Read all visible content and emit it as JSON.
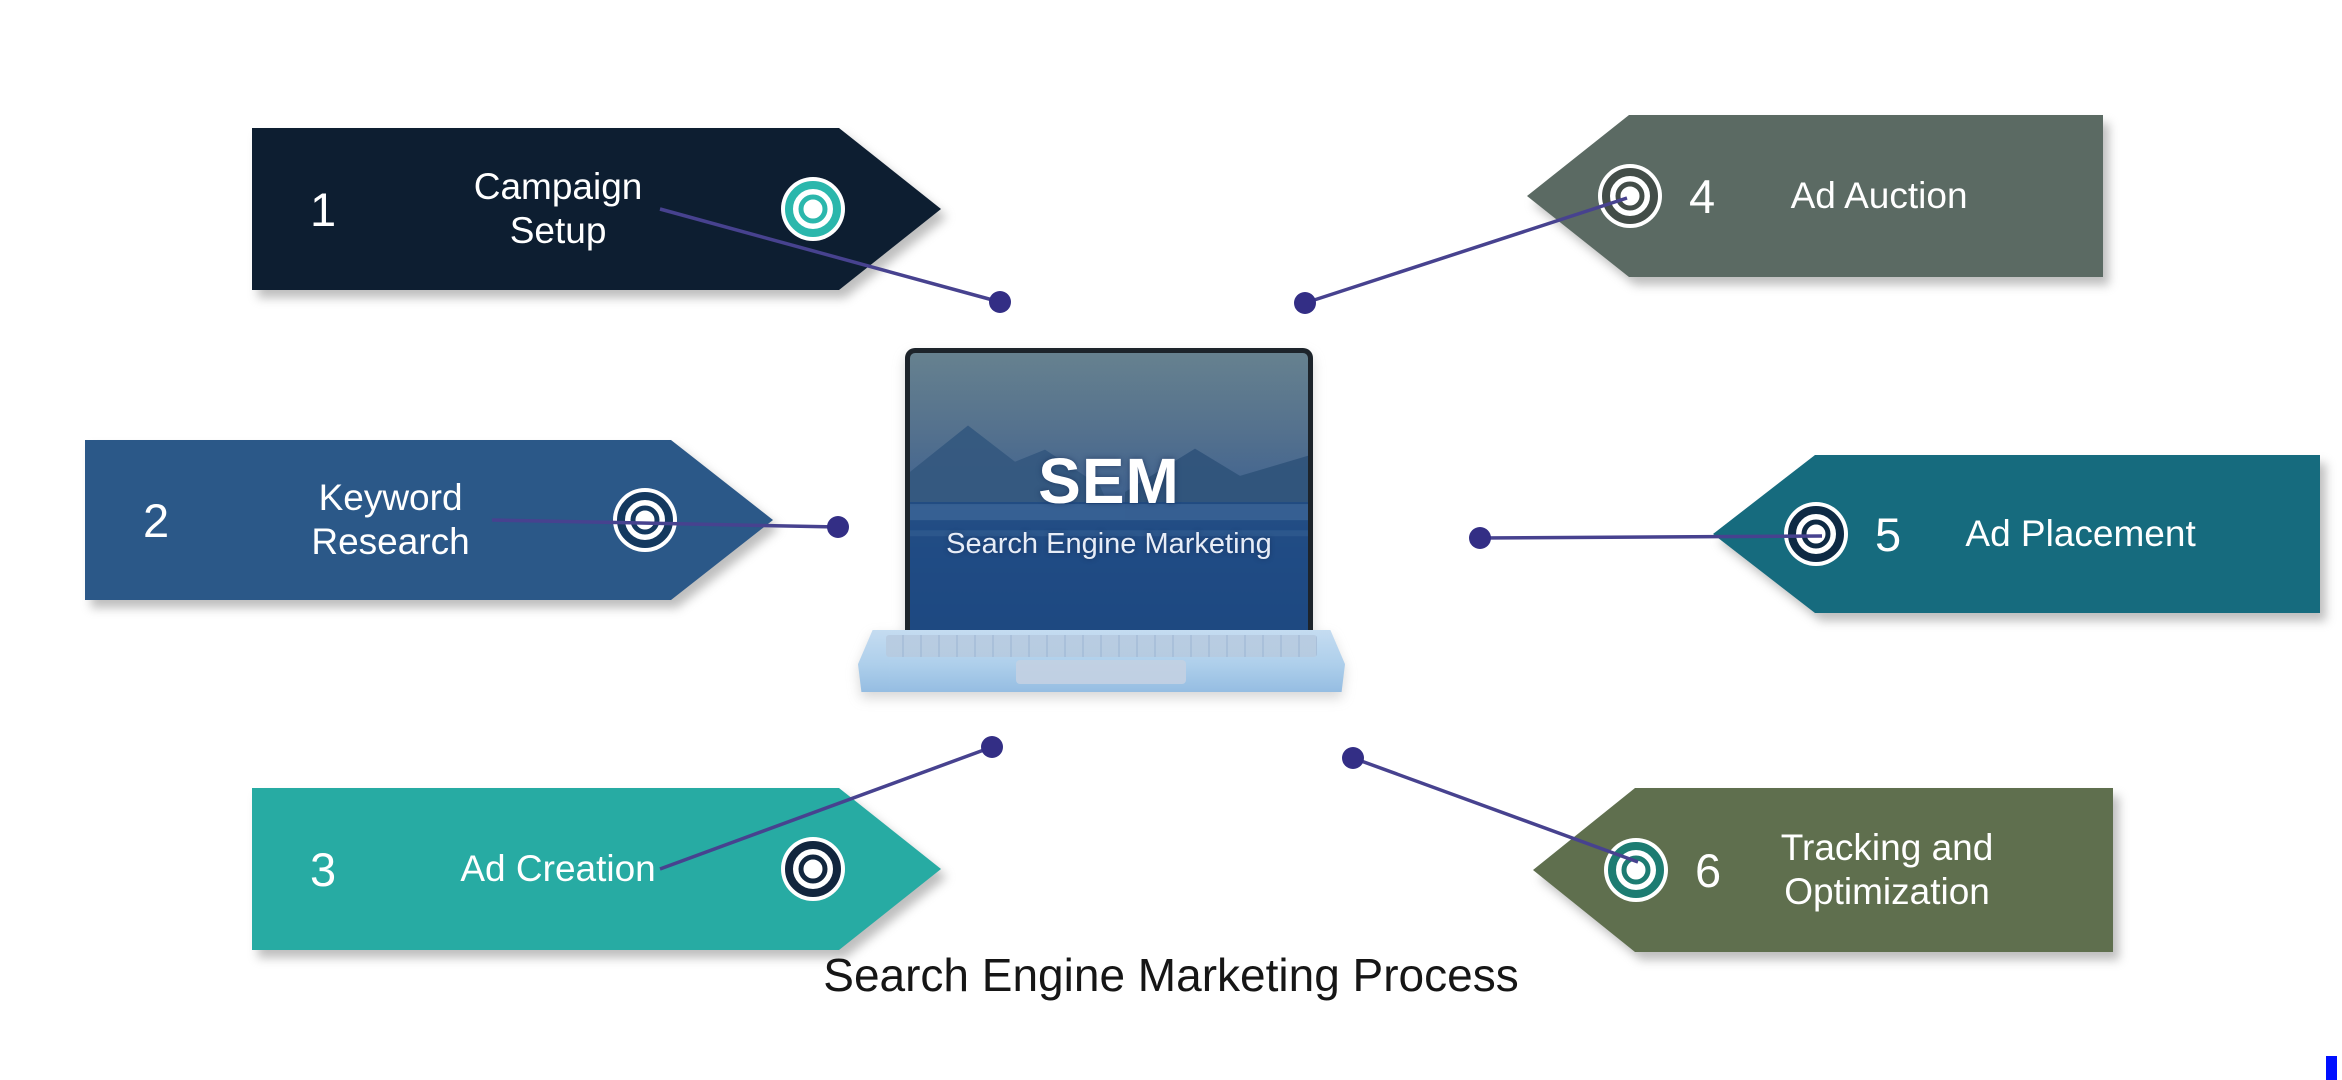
{
  "caption": {
    "text": "Search Engine Marketing Process"
  },
  "laptop": {
    "heading": "SEM",
    "subheading": "Search Engine Marketing"
  },
  "connectors": {
    "line_color": "#47428f",
    "dot_color": "#332e85"
  },
  "corner_mark": {
    "color": "#0010ff"
  },
  "tags": [
    {
      "number": "1",
      "label": "Campaign Setup",
      "bg": "#0d1e31",
      "icon_color": "#2bb7ac"
    },
    {
      "number": "2",
      "label": "Keyword Research",
      "bg": "#2b5888",
      "icon_color": "#14395f"
    },
    {
      "number": "3",
      "label": "Ad Creation",
      "bg": "#27aba3",
      "icon_color": "#12263e"
    },
    {
      "number": "4",
      "label": "Ad Auction",
      "bg": "#5b6a63",
      "icon_color": "#434d48"
    },
    {
      "number": "5",
      "label": "Ad Placement",
      "bg": "#166b7e",
      "icon_color": "#0e2a44"
    },
    {
      "number": "6",
      "label": "Tracking and Optimization",
      "bg": "#5f6f4e",
      "icon_color": "#1d7c72"
    }
  ]
}
